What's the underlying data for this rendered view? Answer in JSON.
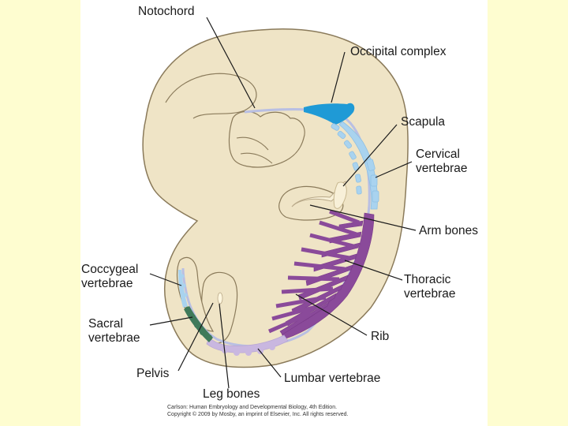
{
  "labels": {
    "notochord": "Notochord",
    "occipital_complex": "Occipital complex",
    "scapula": "Scapula",
    "cervical_line1": "Cervical",
    "cervical_line2": "vertebrae",
    "arm_bones": "Arm bones",
    "coccygeal_line1": "Coccygeal",
    "coccygeal_line2": "vertebrae",
    "thoracic_line1": "Thoracic",
    "thoracic_line2": "vertebrae",
    "sacral_line1": "Sacral",
    "sacral_line2": "vertebrae",
    "rib": "Rib",
    "pelvis": "Pelvis",
    "lumbar_vertebrae": "Lumbar vertebrae",
    "leg_bones": "Leg bones"
  },
  "credit": {
    "line1": "Carlson: Human Embryology and Developmental Biology, 4th Edition.",
    "line2": "Copyright © 2009 by Mosby, an imprint of Elsevier, Inc. All rights reserved."
  },
  "colors": {
    "page_background": "#fefdd0",
    "embryo_fill": "#efe4c6",
    "outline": "#8a7a5a",
    "notochord": "#b9bfe3",
    "occipital": "#1f9ad6",
    "cervical": "#a9d3ef",
    "thoracic": "#8a4a9a",
    "lumbar": "#c9b7e0",
    "sacral": "#3f7a5a",
    "coccygeal": "#a9d3ef"
  }
}
